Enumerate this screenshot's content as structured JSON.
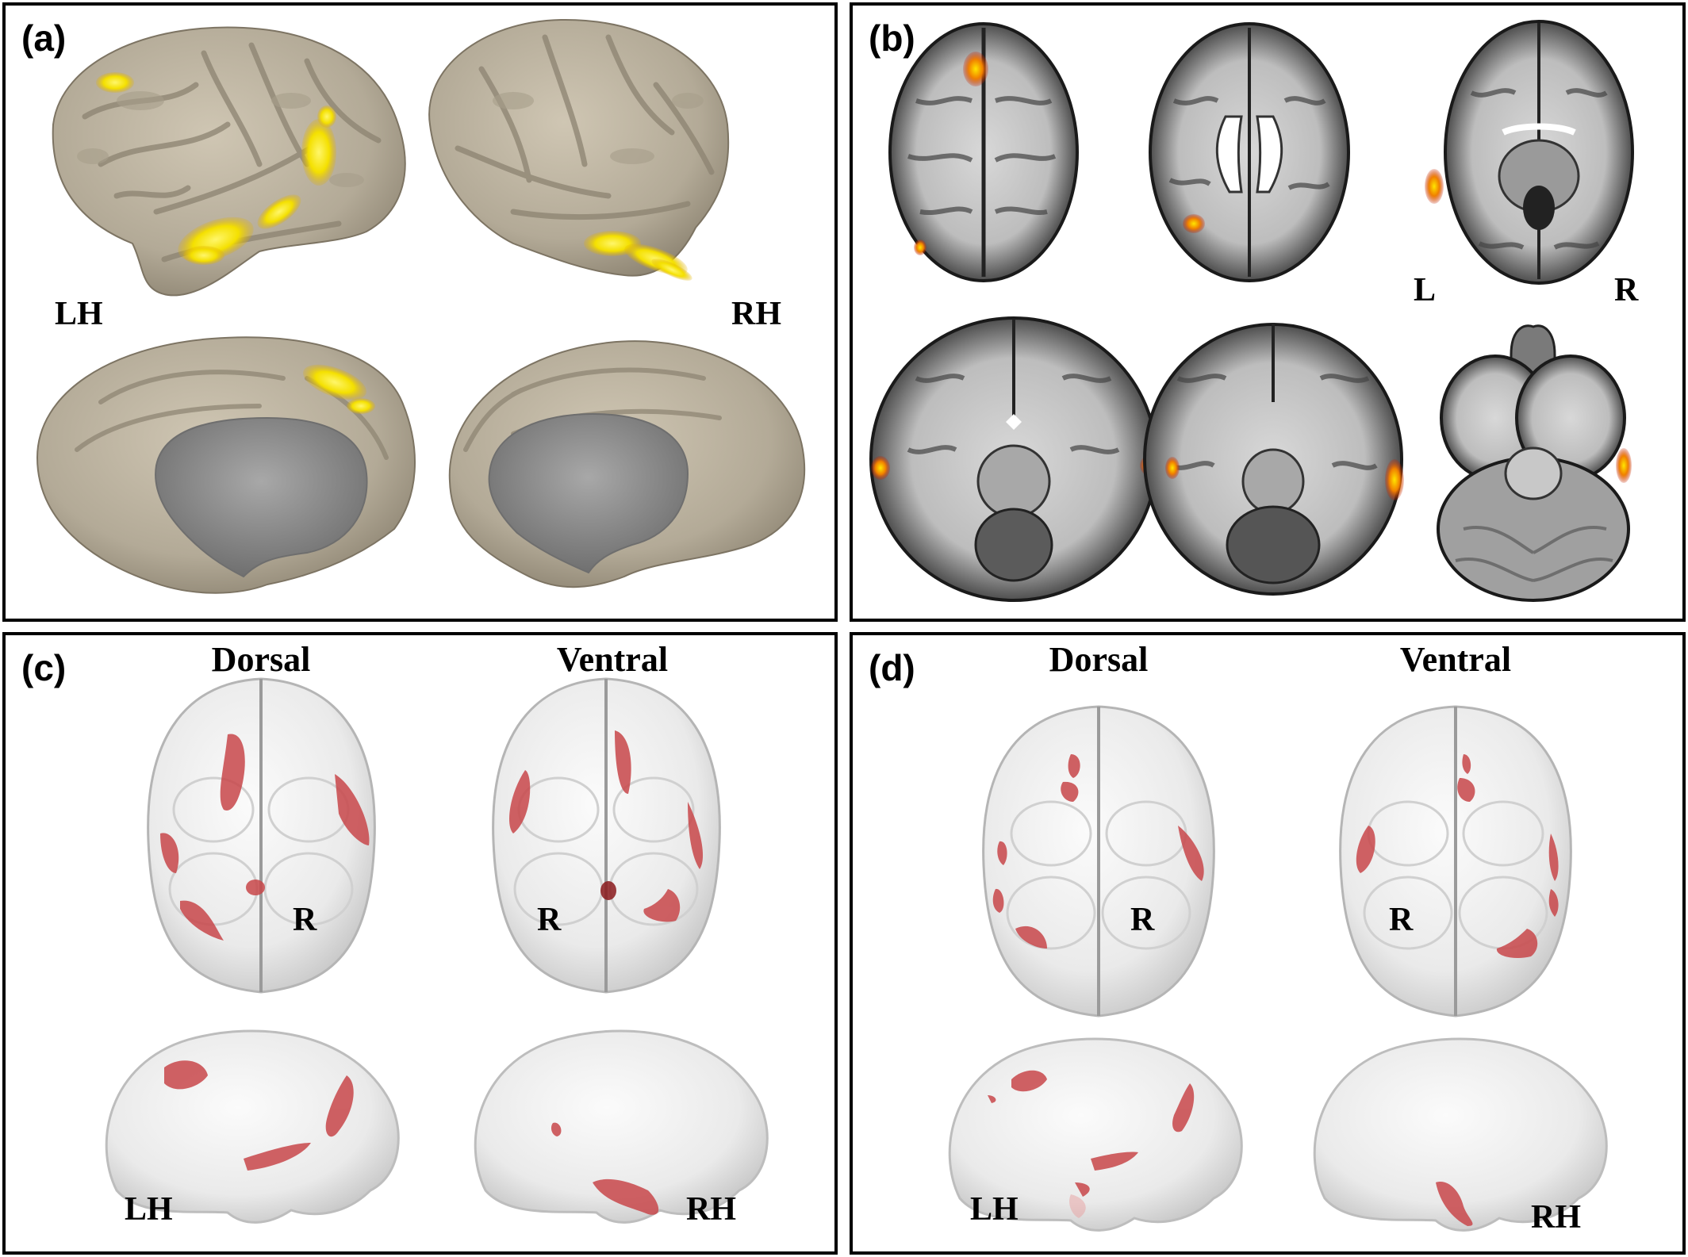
{
  "panels": {
    "a": {
      "letter": "(a)",
      "left_hemi": "LH",
      "right_hemi": "RH"
    },
    "b": {
      "letter": "(b)",
      "left": "L",
      "right": "R"
    },
    "c": {
      "letter": "(c)",
      "dorsal": "Dorsal",
      "ventral": "Ventral",
      "r_dorsal": "R",
      "r_ventral": "R",
      "left_hemi": "LH",
      "right_hemi": "RH"
    },
    "d": {
      "letter": "(d)",
      "dorsal": "Dorsal",
      "ventral": "Ventral",
      "r_dorsal": "R",
      "r_ventral": "R",
      "left_hemi": "LH",
      "right_hemi": "RH"
    }
  },
  "colors": {
    "cortex": "#b9b09e",
    "cortex_dark": "#9b917f",
    "medial_wall": "#8e8e8e",
    "activation_yellow": "#f5e400",
    "activation_orange": "#f08000",
    "glass_brain": "#efefef",
    "cluster_red": "#c8474a",
    "mri_gray": "#6d6d6d",
    "white_matter": "#d8d8d8"
  }
}
